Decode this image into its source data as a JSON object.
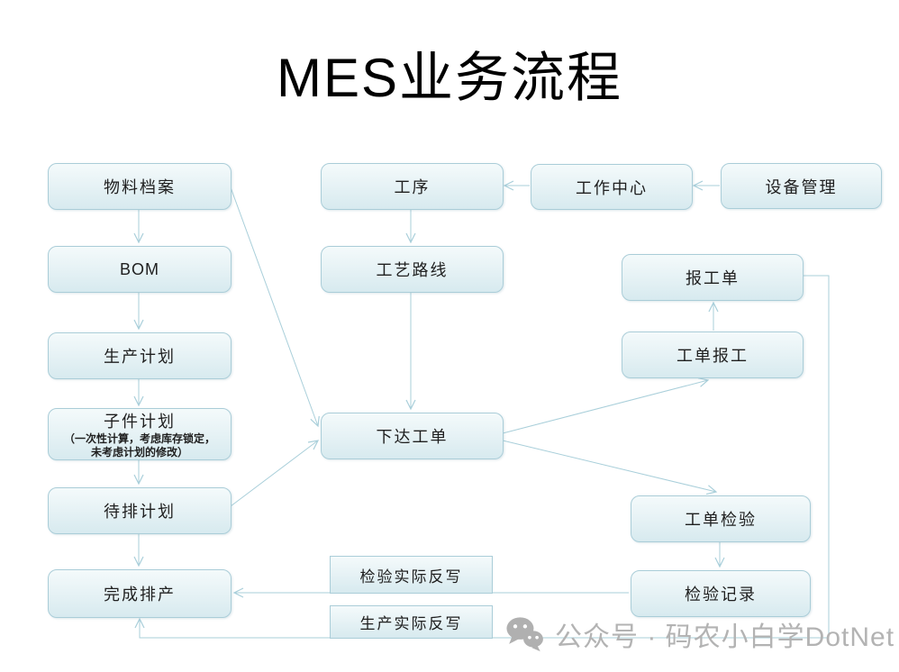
{
  "title": "MES业务流程",
  "nodes": {
    "material_archive": {
      "label": "物料档案"
    },
    "bom": {
      "label": "BOM"
    },
    "production_plan": {
      "label": "生产计划"
    },
    "subitem_plan": {
      "label": "子件计划",
      "note1": "（一次性计算，考虑库存锁定，",
      "note2": "未考虑计划的修改）"
    },
    "pending_plan": {
      "label": "待排计划"
    },
    "complete_scheduling": {
      "label": "完成排产"
    },
    "operation": {
      "label": "工序"
    },
    "process_route": {
      "label": "工艺路线"
    },
    "release_work_order": {
      "label": "下达工单"
    },
    "work_center": {
      "label": "工作中心"
    },
    "equipment_mgmt": {
      "label": "设备管理"
    },
    "work_report_sheet": {
      "label": "报工单"
    },
    "work_order_report": {
      "label": "工单报工"
    },
    "work_order_inspection": {
      "label": "工单检验"
    },
    "inspection_record": {
      "label": "检验记录"
    },
    "inspection_actual_writeback": {
      "label": "检验实际反写"
    },
    "production_actual_writeback": {
      "label": "生产实际反写"
    }
  },
  "watermark": {
    "icon": "wechat-icon",
    "text": "公众号 · 码农小白学DotNet"
  },
  "colors": {
    "box_fill_top": "#f4fafb",
    "box_fill_bottom": "#d7eaef",
    "box_border": "#aacdd8",
    "arrow": "#a9cfda",
    "title_text": "#000000",
    "box_text": "#1f1f1f",
    "watermark_text": "#b3b3b3"
  }
}
